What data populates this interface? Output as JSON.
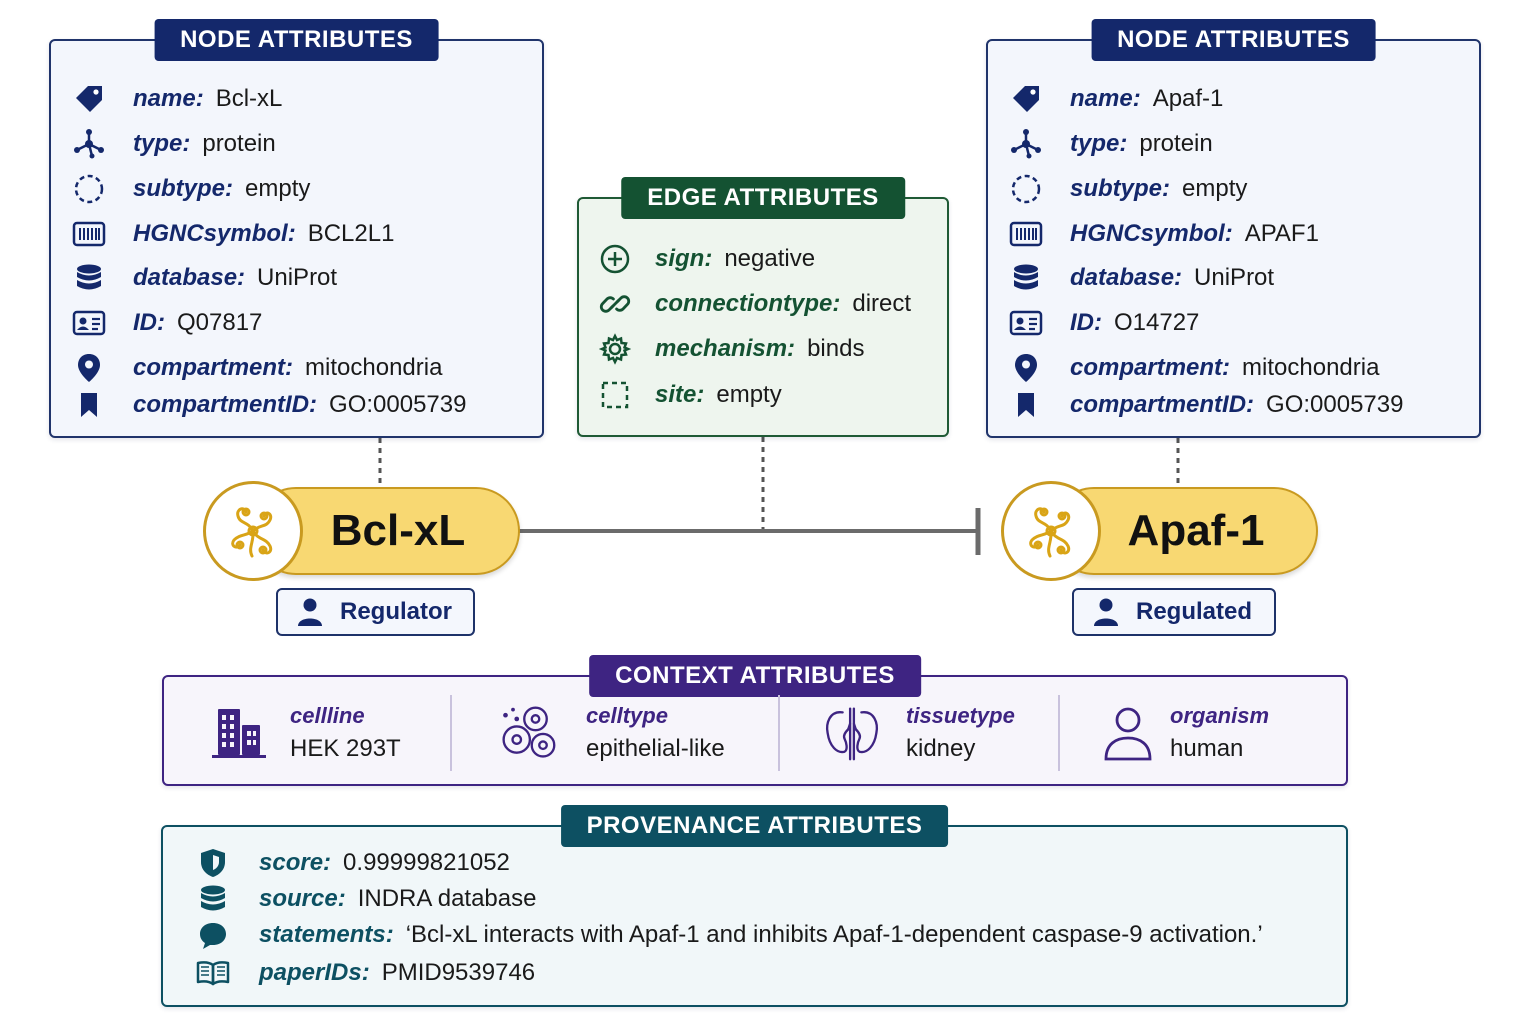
{
  "left_node": {
    "title": "NODE ATTRIBUTES",
    "attrs": [
      {
        "key": "name:",
        "value": "Bcl-xL",
        "icon": "tag-icon"
      },
      {
        "key": "type:",
        "value": "protein",
        "icon": "network-icon"
      },
      {
        "key": "subtype:",
        "value": "empty",
        "icon": "dashed-circle-icon"
      },
      {
        "key": "HGNCsymbol:",
        "value": "BCL2L1",
        "icon": "barcode-icon"
      },
      {
        "key": "database:",
        "value": "UniProt",
        "icon": "database-icon"
      },
      {
        "key": "ID:",
        "value": "Q07817",
        "icon": "id-card-icon"
      },
      {
        "key": "compartment:",
        "value": "mitochondria",
        "icon": "location-pin-icon"
      },
      {
        "key": "compartmentID:",
        "value": "GO:0005739",
        "icon": "bookmark-icon"
      }
    ]
  },
  "right_node": {
    "title": "NODE ATTRIBUTES",
    "attrs": [
      {
        "key": "name:",
        "value": "Apaf-1",
        "icon": "tag-icon"
      },
      {
        "key": "type:",
        "value": "protein",
        "icon": "network-icon"
      },
      {
        "key": "subtype:",
        "value": "empty",
        "icon": "dashed-circle-icon"
      },
      {
        "key": "HGNCsymbol:",
        "value": "APAF1",
        "icon": "barcode-icon"
      },
      {
        "key": "database:",
        "value": "UniProt",
        "icon": "database-icon"
      },
      {
        "key": "ID:",
        "value": "O14727",
        "icon": "id-card-icon"
      },
      {
        "key": "compartment:",
        "value": "mitochondria",
        "icon": "location-pin-icon"
      },
      {
        "key": "compartmentID:",
        "value": "GO:0005739",
        "icon": "bookmark-icon"
      }
    ]
  },
  "edge": {
    "title": "EDGE ATTRIBUTES",
    "attrs": [
      {
        "key": "sign:",
        "value": "negative",
        "icon": "plus-circle-icon"
      },
      {
        "key": "connectiontype:",
        "value": "direct",
        "icon": "link-icon"
      },
      {
        "key": "mechanism:",
        "value": "binds",
        "icon": "gear-icon"
      },
      {
        "key": "site:",
        "value": "empty",
        "icon": "dashed-square-icon"
      }
    ]
  },
  "nodes": {
    "source": {
      "label": "Bcl-xL",
      "role": "Regulator",
      "icon": "protein-structure-icon"
    },
    "target": {
      "label": "Apaf-1",
      "role": "Regulated",
      "icon": "protein-structure-icon"
    }
  },
  "context": {
    "title": "CONTEXT ATTRIBUTES",
    "items": [
      {
        "key": "cellline",
        "value": "HEK 293T",
        "icon": "building-icon"
      },
      {
        "key": "celltype",
        "value": "epithelial-like",
        "icon": "cells-icon"
      },
      {
        "key": "tissuetype",
        "value": "kidney",
        "icon": "kidney-icon"
      },
      {
        "key": "organism",
        "value": "human",
        "icon": "person-icon"
      }
    ]
  },
  "provenance": {
    "title": "PROVENANCE ATTRIBUTES",
    "attrs": [
      {
        "key": "score:",
        "value": "0.99999821052",
        "icon": "shield-icon"
      },
      {
        "key": "source:",
        "value": "INDRA database",
        "icon": "database-icon"
      },
      {
        "key": "statements:",
        "value": "‘Bcl-xL interacts with Apaf-1 and inhibits Apaf-1-dependent caspase-9 activation.’",
        "icon": "speech-bubble-icon"
      },
      {
        "key": "paperIDs:",
        "value": "PMID9539746",
        "icon": "open-book-icon"
      }
    ]
  },
  "colors": {
    "node_navy": "#14286b",
    "edge_green": "#145232",
    "context_purple": "#3e2482",
    "provenance_teal": "#0d5062",
    "node_fill": "#f8d872",
    "node_border": "#c99a20"
  }
}
